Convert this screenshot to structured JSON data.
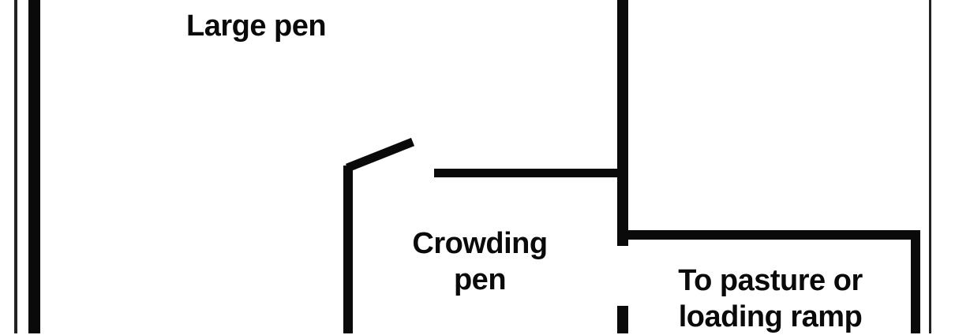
{
  "labels": {
    "large_pen": "Large pen",
    "crowding_pen_line1": "Crowding",
    "crowding_pen_line2": "pen",
    "exit_line1": "To pasture or",
    "exit_line2": "loading ramp"
  },
  "colors": {
    "wall": "#0a0a0a",
    "background": "#ffffff"
  }
}
